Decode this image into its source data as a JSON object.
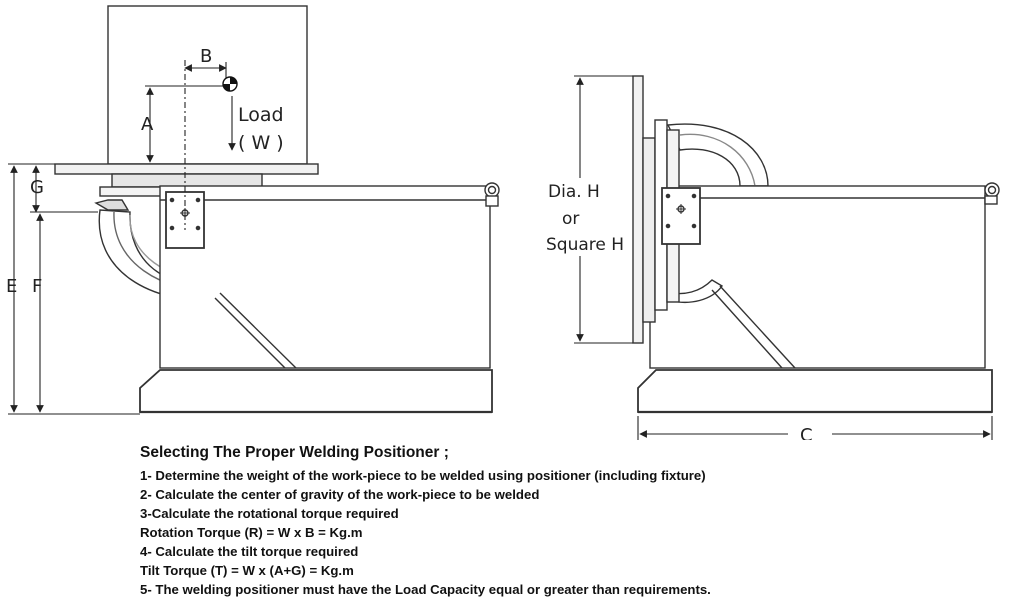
{
  "diagram": {
    "labels": {
      "B": "B",
      "A": "A",
      "load_line1": "Load",
      "load_line2": "( W )",
      "G": "G",
      "E": "E",
      "F": "F",
      "dia_line1": "Dia. H",
      "dia_line2": "or",
      "dia_line3": "Square H",
      "C": "C"
    }
  },
  "notes": {
    "heading": "Selecting  The Proper Welding Positioner ;",
    "steps": [
      "1- Determine the weight of the work-piece to be welded using positioner (including fixture)",
      "2- Calculate the center of gravity of the work-piece to be welded",
      "3-Calculate the rotational torque required",
      "Rotation Torque (R) = W x B = Kg.m",
      "4- Calculate the tilt torque required",
      "Tilt Torque (T) = W x (A+G) = Kg.m",
      "5- The welding positioner must have the Load Capacity equal or greater  than requirements."
    ]
  }
}
